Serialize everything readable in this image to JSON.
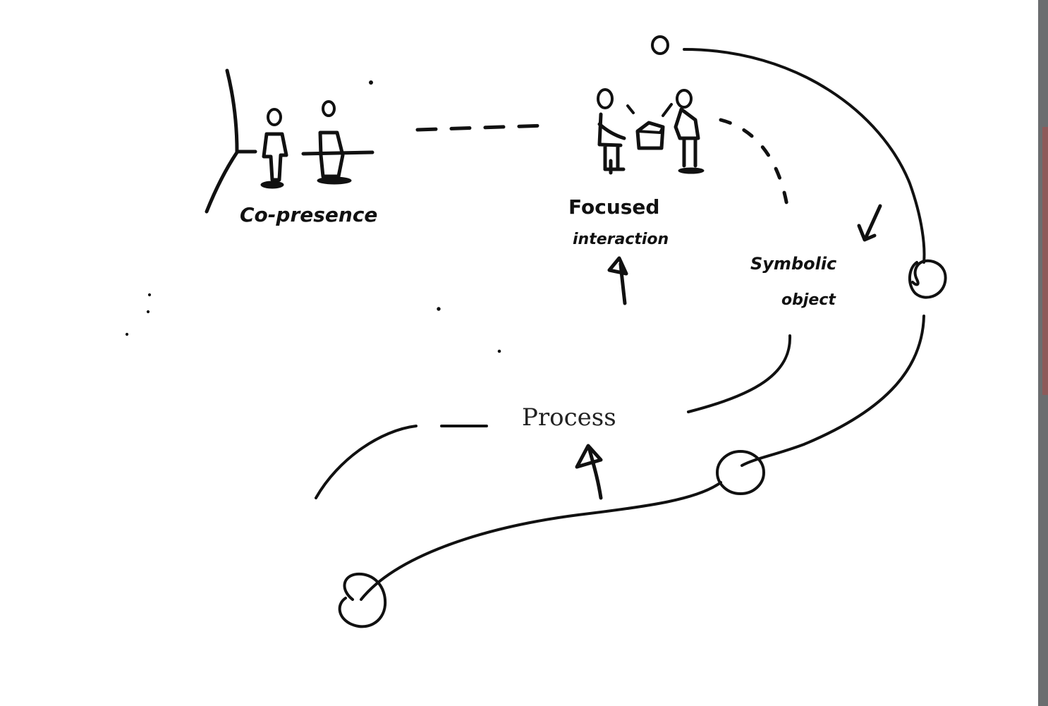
{
  "labels": {
    "co_presence": "Co-presence",
    "focused_interaction_line1": "Focused",
    "focused_interaction_line2": "interaction",
    "symbolic_object_line1": "Symbolic",
    "symbolic_object_line2": "object",
    "process": "Process"
  },
  "colors": {
    "ink": "#111111",
    "paper": "#ffffff",
    "edge": "#6b6d6f"
  }
}
